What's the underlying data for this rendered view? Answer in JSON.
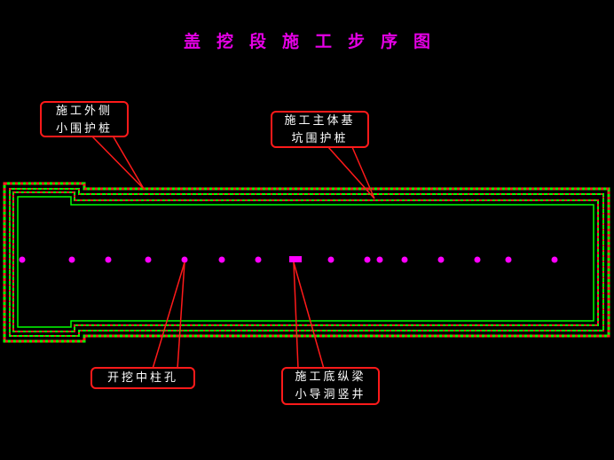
{
  "title": "盖挖段施工步序图",
  "colors": {
    "background": "#000000",
    "title": "#e600e6",
    "outline_green": "#00ff00",
    "outline_red": "#ff2020",
    "callout_border": "#ff1a1a",
    "pile_hole": "#ff00ff",
    "text": "#ffffff"
  },
  "callouts": {
    "outer_pile": [
      "施工外侧",
      "小围护桩"
    ],
    "main_pit_pile": [
      "施工主体基",
      "坑围护桩"
    ],
    "center_column": [
      "开挖中柱孔"
    ],
    "bottom_beam": [
      "施工底纵梁",
      "小导洞竖井"
    ]
  }
}
